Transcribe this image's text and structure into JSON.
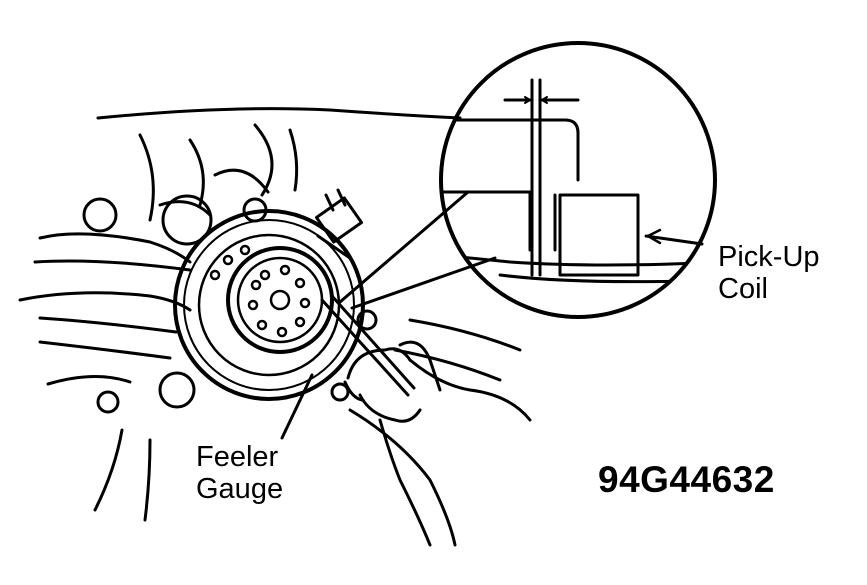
{
  "figure": {
    "labels": {
      "pickup_line1": "Pick-Up",
      "pickup_line2": "Coil",
      "feeler_line1": "Feeler",
      "feeler_line2": "Gauge"
    },
    "figure_code": "94G44632"
  },
  "colors": {
    "ink": "#000000",
    "paper": "#ffffff"
  }
}
